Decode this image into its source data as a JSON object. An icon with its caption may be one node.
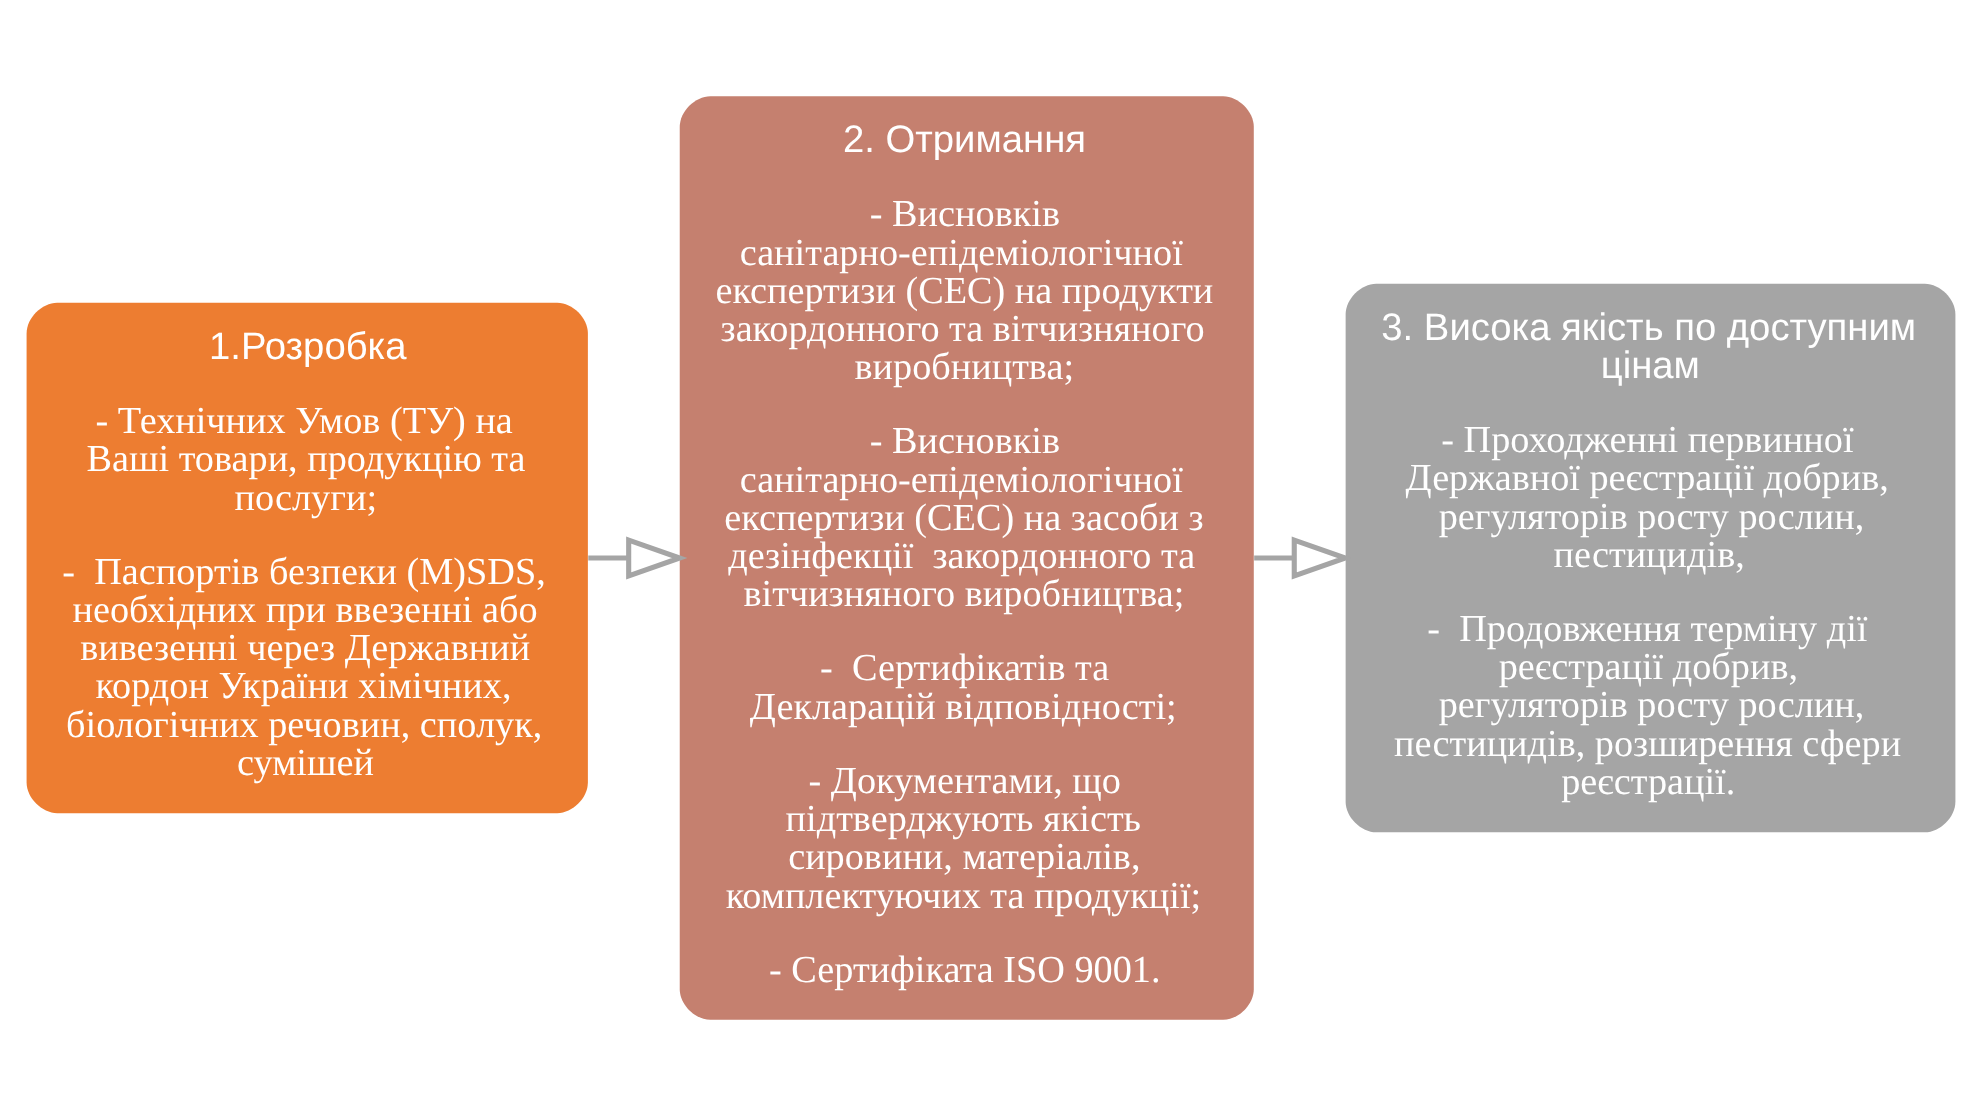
{
  "diagram": {
    "nodes": [
      {
        "text": [
          "1.Розробка",
          "- Технічних Умов (ТУ) на Ваші товари, продукцію та послуги;",
          "-  Паспортів безпеки (M)SDS, необхідних при ввезенні або вивезенні через Державний кордон України хімічних, біологічних речовин, сполук, сумішей"
        ]
      },
      {
        "text": [
          "2. Отримання",
          "- Висновків санітарно-епідеміологічної експертизи (СЕС) на продукти закордонного та вітчизняного виробництва;",
          "- Висновків санітарно-епідеміологічної експертизи (СЕС) на засоби з дезінфекції  закордонного та вітчизняного виробництва;",
          "-  Сертифікатів та Декларацій відповідності;",
          "- Документами, що підтверджують якість сировини, матеріалів, комплектуючих та продукції;",
          "- Сертифіката ISO 9001."
        ]
      },
      {
        "text": [
          "3. Висока якість по доступним цінам",
          "- Проходженні первинної Державної реєстрації добрив, регуляторів росту рослин, пестицидів,",
          "-  Продовження терміну дії реєстрації добрив, регуляторів росту рослин, пестицидів, розширення сфери реєстрації."
        ]
      }
    ],
    "edges": [
      {
        "from": 0,
        "to": 1,
        "arrow": "to"
      },
      {
        "from": 1,
        "to": 2,
        "arrow": "to"
      }
    ]
  }
}
